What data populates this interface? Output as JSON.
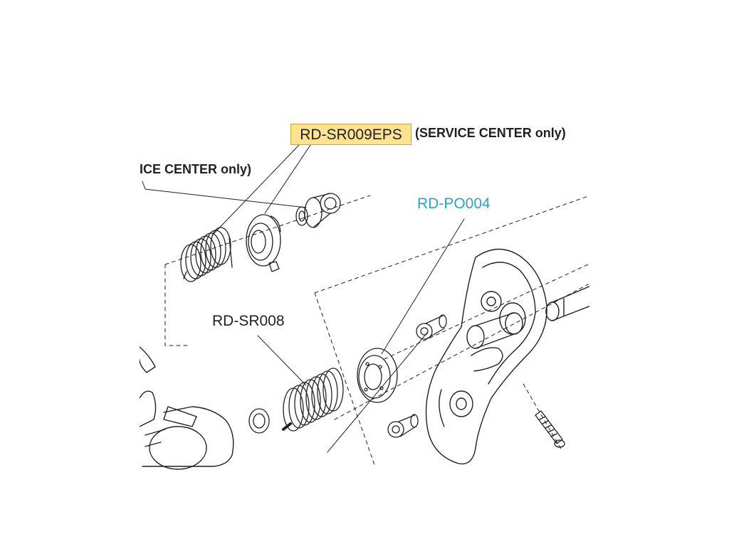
{
  "labels": {
    "primary_code": "RD-SR009EPS",
    "primary_note": "(SERVICE CENTER only)",
    "cut_note": "ICE CENTER only)",
    "spring_code": "RD-SR008",
    "pulley_code": "RD-PO004"
  },
  "colors": {
    "highlight": "#fde292",
    "link_text": "#2aa3c8",
    "ink": "#231f20"
  }
}
